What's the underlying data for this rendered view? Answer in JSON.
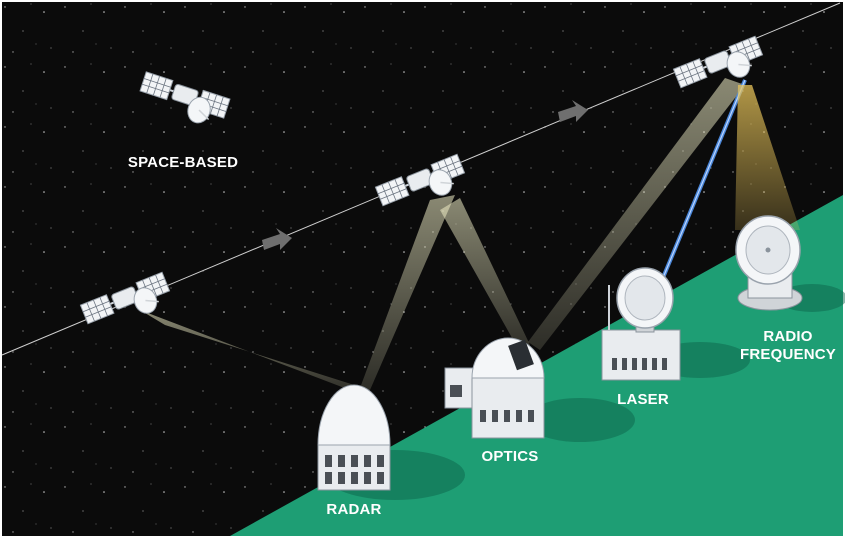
{
  "labels": {
    "space_based": "SPACE-BASED",
    "radar": "RADAR",
    "optics": "OPTICS",
    "laser": "LASER",
    "radio_line1": "RADIO",
    "radio_line2": "FREQUENCY"
  },
  "icons": [
    "satellite-icon",
    "arrow-icon",
    "radar-dome-icon",
    "telescope-observatory-icon",
    "laser-station-icon",
    "radio-dish-icon"
  ],
  "colors": {
    "space": "#0b0b0b",
    "ground": "#1e9e74",
    "beam": "#f2f0c8",
    "laser": "#4a86d8",
    "rf_beam": "#e8c45a",
    "orbit": "#cfcfcf",
    "arrow": "#6f6f6f"
  }
}
